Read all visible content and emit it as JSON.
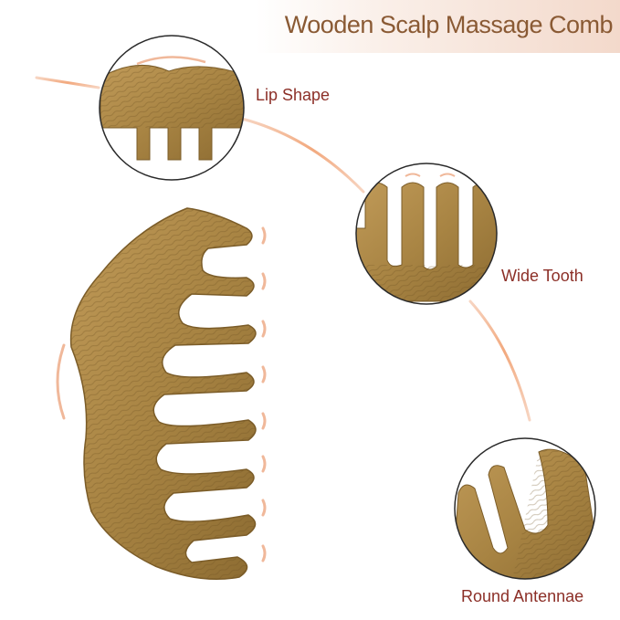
{
  "title": "Wooden Scalp Massage Comb",
  "features": [
    {
      "label": "Lip Shape",
      "icon": "lip-shape-detail"
    },
    {
      "label": "Wide Tooth",
      "icon": "wide-tooth-detail"
    },
    {
      "label": "Round Antennae",
      "icon": "round-antennae-detail"
    }
  ],
  "colors": {
    "title": "#8a5a34",
    "label": "#8c2f27",
    "wood_light": "#b0894a",
    "wood_dark": "#6f5423",
    "accent_line": "#f0b89a"
  }
}
